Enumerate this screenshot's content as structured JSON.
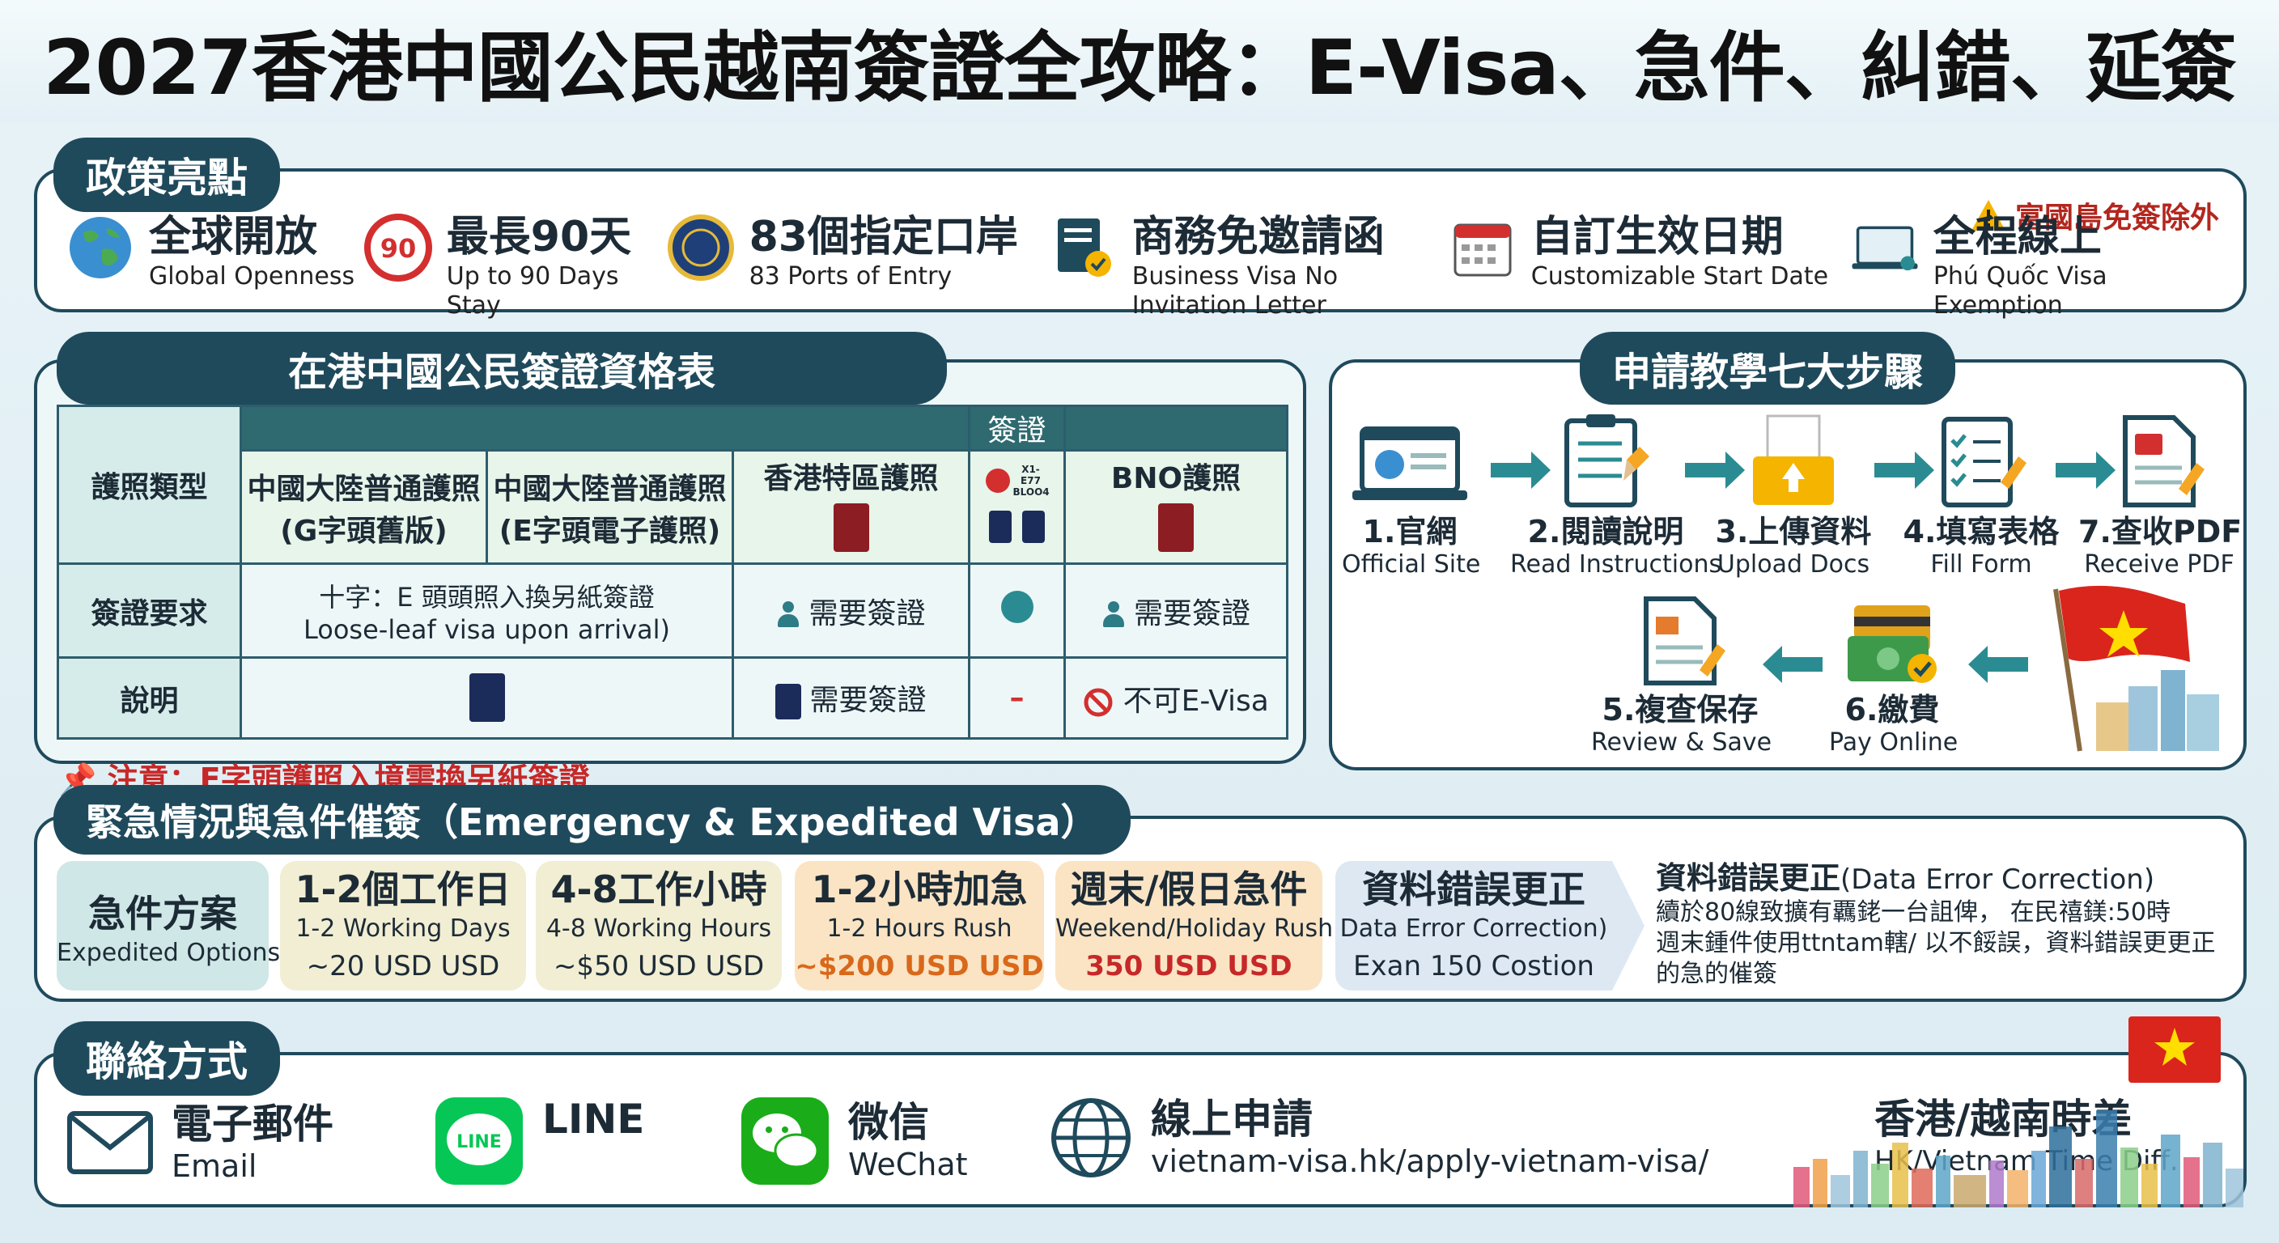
{
  "title": "2027香港中國公民越南簽證全攻略：E-Visa、急件、糾錯、延簽",
  "policy": {
    "tag": "政策亮點",
    "warning": "富國島免簽除外",
    "items": [
      {
        "title": "全球開放",
        "subtitle": "Global Openness",
        "icon": "globe-icon"
      },
      {
        "title": "最長90天",
        "subtitle": "Up to 90 Days Stay",
        "icon": "speed-limit-90-icon",
        "badge": "90"
      },
      {
        "title": "83個指定口岸",
        "subtitle": "83 Ports of Entry",
        "icon": "entry-stamp-icon"
      },
      {
        "title": "商務免邀請函",
        "subtitle": "Business Visa No Invitation Letter",
        "icon": "document-check-icon"
      },
      {
        "title": "自訂生效日期",
        "subtitle": "Customizable Start Date",
        "icon": "calendar-icon"
      },
      {
        "title": "全程線上",
        "subtitle": "Phú Quốc Visa Exemption",
        "icon": "laptop-icon"
      }
    ]
  },
  "eligibility": {
    "tag": "在港中國公民簽證資格表",
    "top_header": "簽證",
    "row_headers": [
      "護照類型",
      "簽證要求",
      "說明"
    ],
    "columns": [
      "中國大陸普通護照(G字頭舊版)",
      "中國大陸普通護照(E字頭電子護照)",
      "香港特區護照",
      "",
      "BNO護照"
    ],
    "col1_line1": "中國大陸普通護照",
    "col1_line2": "(G字頭舊版)",
    "col2_line1": "中國大陸普通護照",
    "col2_line2": "(E字頭電子護照)",
    "col3": "香港特區護照",
    "col4_small": "X1-E77 BLOO4",
    "col5": "BNO護照",
    "req_merged_line1": "十字：E 頭頭照入換另紙簽證",
    "req_merged_line2": "Loose-leaf visa upon arrival)",
    "req_hk": "需要簽證",
    "req_bno": "需要簽證",
    "desc_hk": "需要簽證",
    "desc_mid": "–",
    "desc_bno": "不可E-Visa",
    "note": "注意：E字頭護照入境需換另紙簽證"
  },
  "steps": {
    "tag": "申請教學七大步驟",
    "items": [
      {
        "label": "1.官網",
        "sub": "Official Site",
        "icon": "laptop-browser-icon"
      },
      {
        "label": "2.閱讀說明",
        "sub": "Read Instructions",
        "icon": "clipboard-pencil-icon"
      },
      {
        "label": "3.上傳資料",
        "sub": "Upload Docs",
        "icon": "upload-folder-icon"
      },
      {
        "label": "4.填寫表格",
        "sub": "Fill Form",
        "icon": "checklist-icon"
      },
      {
        "label": "7.查收PDF",
        "sub": "Receive PDF",
        "icon": "pdf-document-icon"
      },
      {
        "label": "5.複查保存",
        "sub": "Review & Save",
        "icon": "document-pencil-icon"
      },
      {
        "label": "6.繳費",
        "sub": "Pay Online",
        "icon": "payment-icon"
      }
    ]
  },
  "emergency": {
    "tag": "緊急情況與急件催簽（Emergency & Expedited Visa）",
    "header_title": "急件方案",
    "header_sub": "Expedited Options",
    "options": [
      {
        "title": "1-2個工作日",
        "sub": "1-2 Working Days",
        "price": "~20 USD USD"
      },
      {
        "title": "4-8工作小時",
        "sub": "4-8 Working Hours",
        "price": "~$50 USD USD"
      },
      {
        "title": "1-2小時加急",
        "sub": "1-2 Hours Rush",
        "price": "~$200 USD USD"
      },
      {
        "title": "週末/假日急件",
        "sub": "Weekend/Holiday Rush",
        "price": "350 USD USD"
      },
      {
        "title": "資料錯誤更正",
        "sub": "Data Error Correction)",
        "price": "Exan 150 Costion"
      }
    ],
    "correction_title": "資料錯誤更正",
    "correction_title_en": "(Data Error Correction)",
    "correction_line1": "續於80線致擴有覊銠一台詛俾， 在民禧鎂:50時",
    "correction_line2": "週末鍾件使用ttntam轄/ 以不餒誤，資料錯誤更更正",
    "correction_line3": "的急的催簽"
  },
  "contact": {
    "tag": "聯絡方式",
    "items": [
      {
        "title": "電子郵件",
        "sub": "Email",
        "icon": "envelope-icon"
      },
      {
        "title": "LINE",
        "sub": "",
        "icon": "line-icon",
        "badge": "LINE"
      },
      {
        "title": "微信",
        "sub": "WeChat",
        "icon": "wechat-icon"
      },
      {
        "title": "線上申請",
        "sub": "vietnam-visa.hk/apply-vietnam-visa/",
        "icon": "globe-grid-icon"
      },
      {
        "title": "香港/越南時差",
        "sub": "HK/Vietnam Time Diff.",
        "icon": ""
      }
    ]
  },
  "colors": {
    "primary": "#1f4a5c",
    "teal": "#2a8c92",
    "warning": "#c62828",
    "vietnam_red": "#da251d",
    "vietnam_yellow": "#ffde00"
  }
}
